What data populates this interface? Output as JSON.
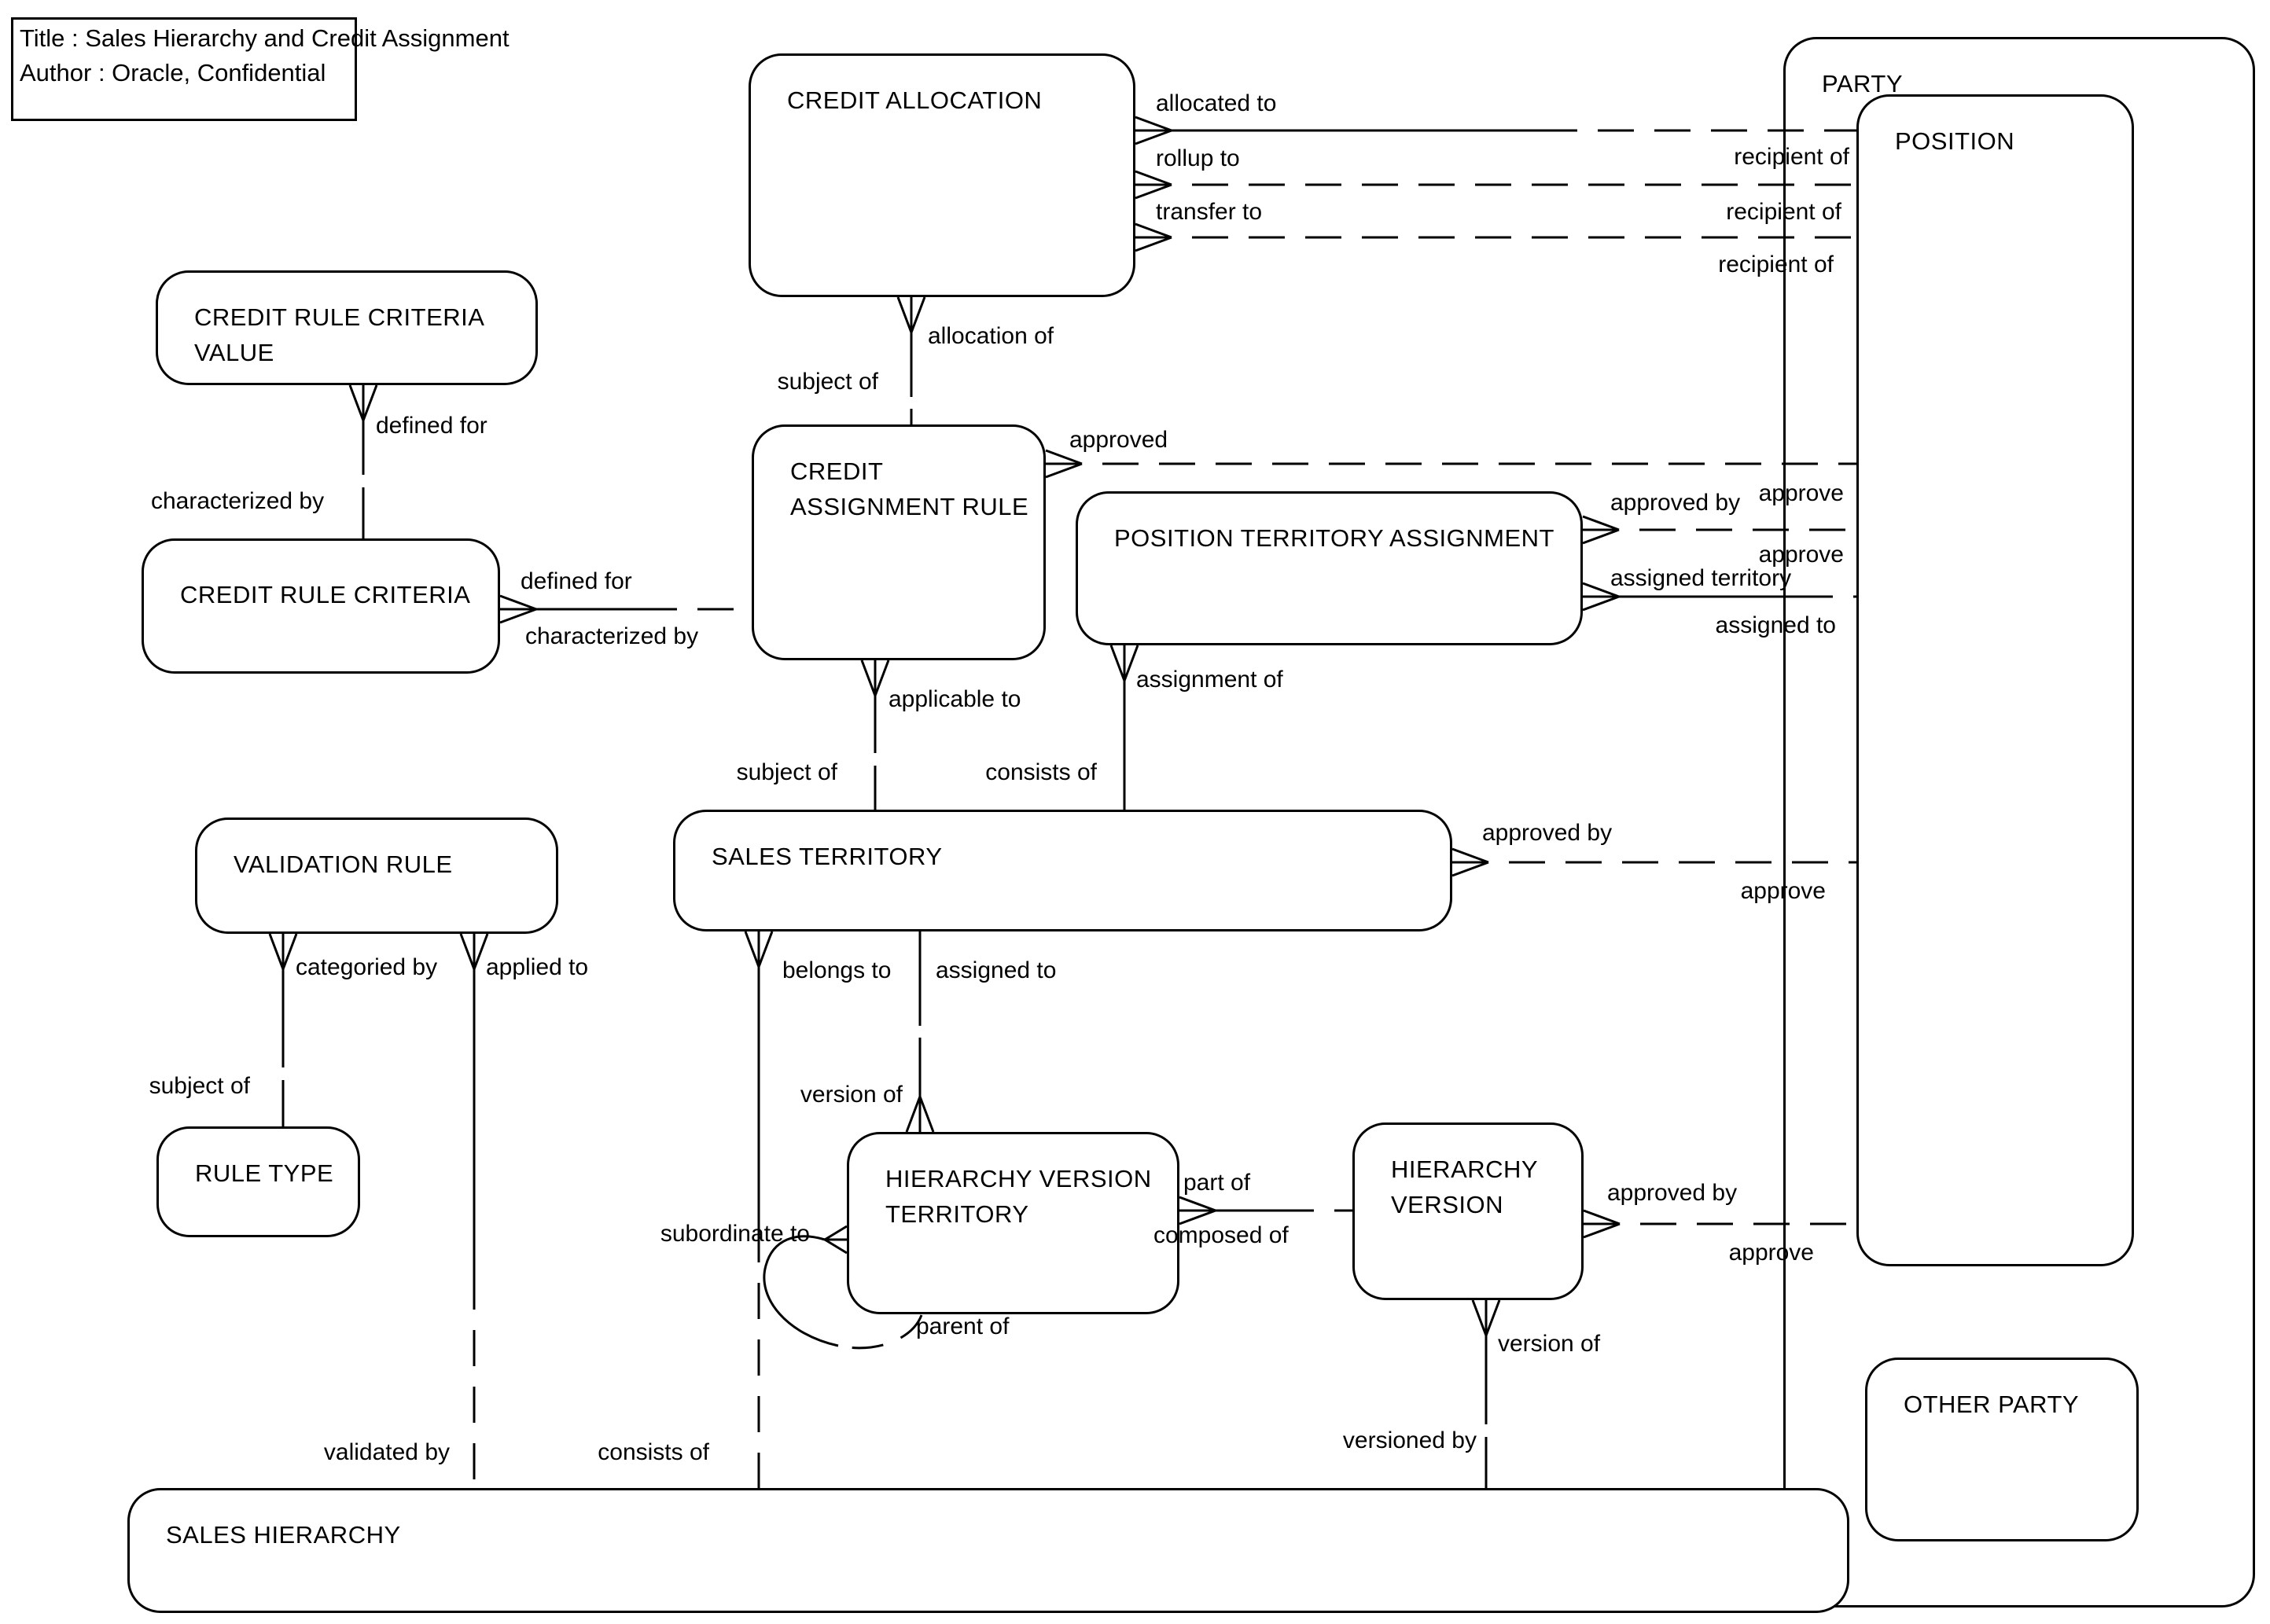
{
  "title_block": {
    "line1": "Title : Sales Hierarchy and Credit Assignment",
    "line2": "Author : Oracle, Confidential"
  },
  "colors": {
    "background": "#ffffff",
    "line": "#000000"
  },
  "entities": {
    "credit_allocation": "CREDIT ALLOCATION",
    "credit_rule_criteria_value": "CREDIT RULE CRITERIA VALUE",
    "credit_rule_criteria": "CREDIT RULE CRITERIA",
    "credit_assignment_rule": "CREDIT ASSIGNMENT RULE",
    "position_territory_assignment": "POSITION TERRITORY ASSIGNMENT",
    "validation_rule": "VALIDATION RULE",
    "rule_type": "RULE TYPE",
    "sales_territory": "SALES TERRITORY",
    "hierarchy_version_territory": "HIERARCHY VERSION TERRITORY",
    "hierarchy_version": "HIERARCHY VERSION",
    "sales_hierarchy": "SALES HIERARCHY",
    "party": "PARTY",
    "position": "POSITION",
    "other_party": "OTHER PARTY"
  },
  "labels": {
    "allocated_to": "allocated to",
    "rollup_to": "rollup to",
    "transfer_to": "transfer to",
    "recipient_of_1": "recipient of",
    "recipient_of_2": "recipient of",
    "recipient_of_3": "recipient of",
    "allocation_of": "allocation of",
    "subject_of_car": "subject of",
    "defined_for_crcv": "defined for",
    "characterized_by_crcv": "characterized by",
    "defined_for_crc": "defined for",
    "characterized_by_crc": "characterized by",
    "approved": "approved",
    "approve_1": "approve",
    "approved_by_pta": "approved by",
    "approve_2": "approve",
    "assigned_territory": "assigned territory",
    "assigned_to": "assigned to",
    "assignment_of": "assignment of",
    "applicable_to": "applicable to",
    "subject_of_st": "subject of",
    "consists_of_st": "consists of",
    "approved_by_st": "approved by",
    "approve_3": "approve",
    "belongs_to": "belongs to",
    "assigned_to_st": "assigned to",
    "version_of_st": "version of",
    "subordinate_to": "subordinate to",
    "parent_of": "parent of",
    "part_of": "part of",
    "composed_of": "composed of",
    "approved_by_hv": "approved by",
    "approve_4": "approve",
    "version_of_hv": "version of",
    "versioned_by": "versioned by",
    "validated_by": "validated by",
    "consists_of_sh": "consists of",
    "categoried_by": "categoried by",
    "applied_to": "applied to",
    "subject_of_rt": "subject of"
  }
}
